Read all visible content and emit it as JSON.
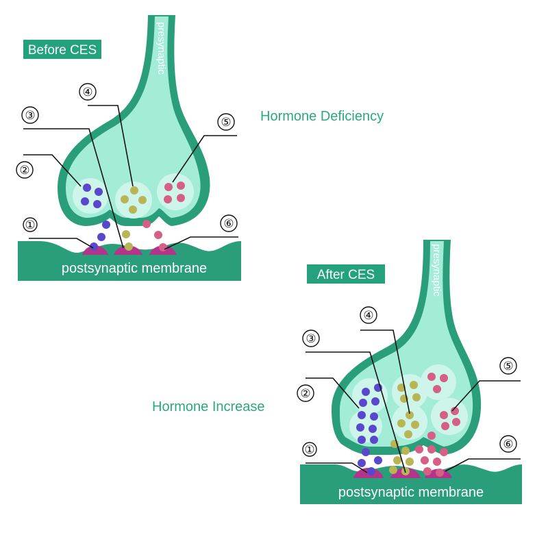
{
  "panels": [
    {
      "id": "before",
      "tag_label": "Before CES",
      "caption": "Hormone Deficiency",
      "presynaptic_label": "presynaptic",
      "membrane_label": "postsynaptic membrane",
      "callouts": [
        "①",
        "②",
        "③",
        "④",
        "⑤",
        "⑥"
      ]
    },
    {
      "id": "after",
      "tag_label": "After CES",
      "caption": "Hormone Increase",
      "presynaptic_label": "presynaptic",
      "membrane_label": "postsynaptic membrane",
      "callouts": [
        "①",
        "②",
        "③",
        "④",
        "⑤",
        "⑥"
      ]
    }
  ],
  "colors": {
    "terminal_fill": "#2a9e7a",
    "terminal_inner": "#a3ecd8",
    "membrane": "#2a9e7a",
    "receptor": "#b4348c",
    "vesicle_fill": "#cdf5ea",
    "molecule_blue": "#5a48cc",
    "molecule_olive": "#b8b556",
    "molecule_pink": "#d65f85",
    "tag_bg": "#24a17d",
    "caption_text": "#2aa882"
  }
}
